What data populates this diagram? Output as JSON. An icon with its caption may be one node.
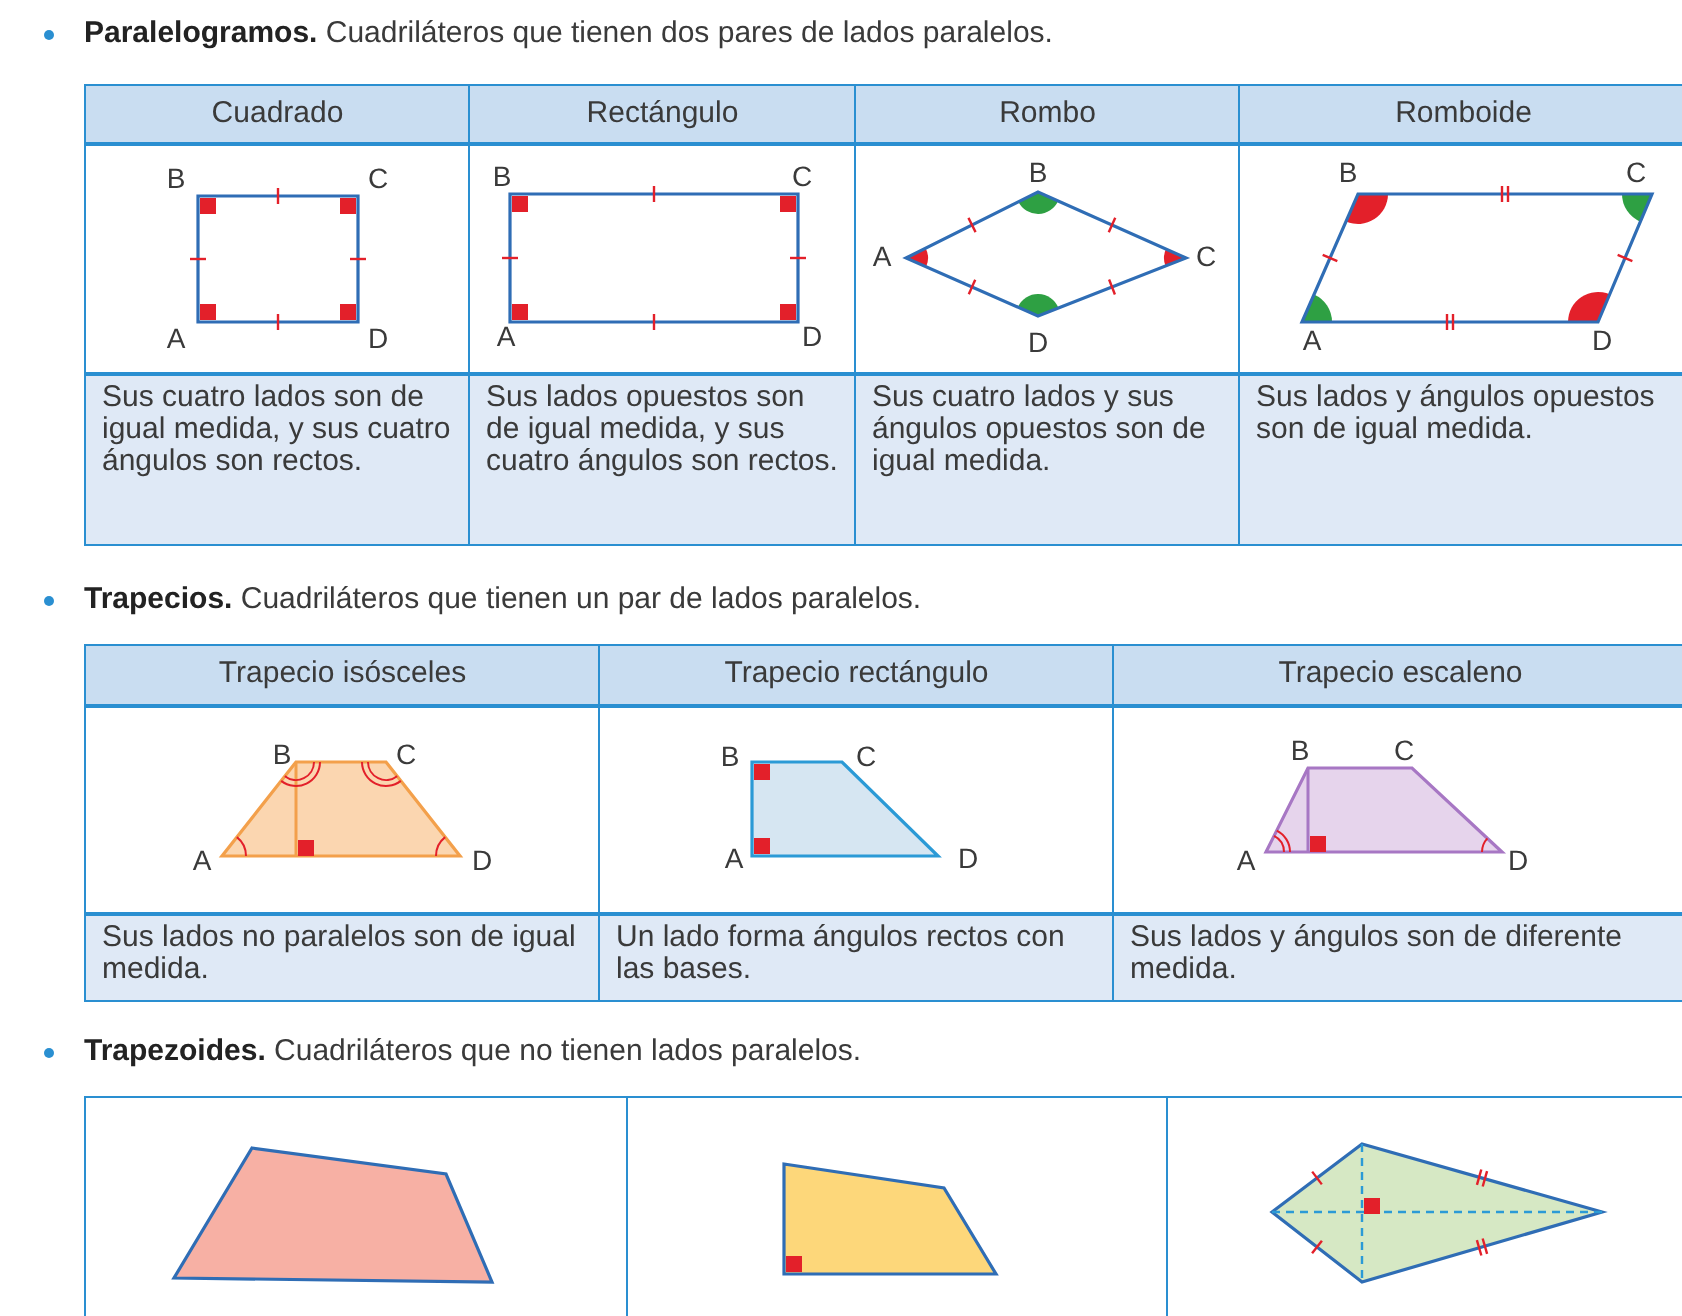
{
  "diagram": {
    "labels": [
      "**Paralelogramos.** Cuadriláteros que tienen dos pares de lados paralelos.",
      "Cuadrado",
      "Rectángulo",
      "Rombo",
      "Romboide",
      "B",
      "C",
      "A",
      "D",
      "B",
      "C",
      "A",
      "D",
      "B",
      "A",
      "C",
      "D",
      "B",
      "C",
      "A",
      "D",
      "Sus cuatro lados son de igual medida, y sus cuatro ángulos son rectos.",
      "Sus lados opuestos son de igual medida, y sus cuatro ángulos son rectos.",
      "Sus cuatro lados y sus ángulos opuestos son de igual medida.",
      "Sus lados y ángulos opuestos son de igual medida.",
      "**Trapecios.** Cuadriláteros que tienen un par de lados paralelos.",
      "Trapecio isósceles",
      "Trapecio rectángulo",
      "Trapecio escaleno",
      "B",
      "C",
      "A",
      "D",
      "B",
      "C",
      "A",
      "D",
      "B",
      "C",
      "A",
      "D",
      "Sus lados no paralelos son de igual medida.",
      "Un lado forma ángulos rectos con las bases.",
      "Sus lados y ángulos son de diferente medida.",
      "**Trapezoides.** Cuadriláteros que no tienen lados paralelos."
    ]
  }
}
